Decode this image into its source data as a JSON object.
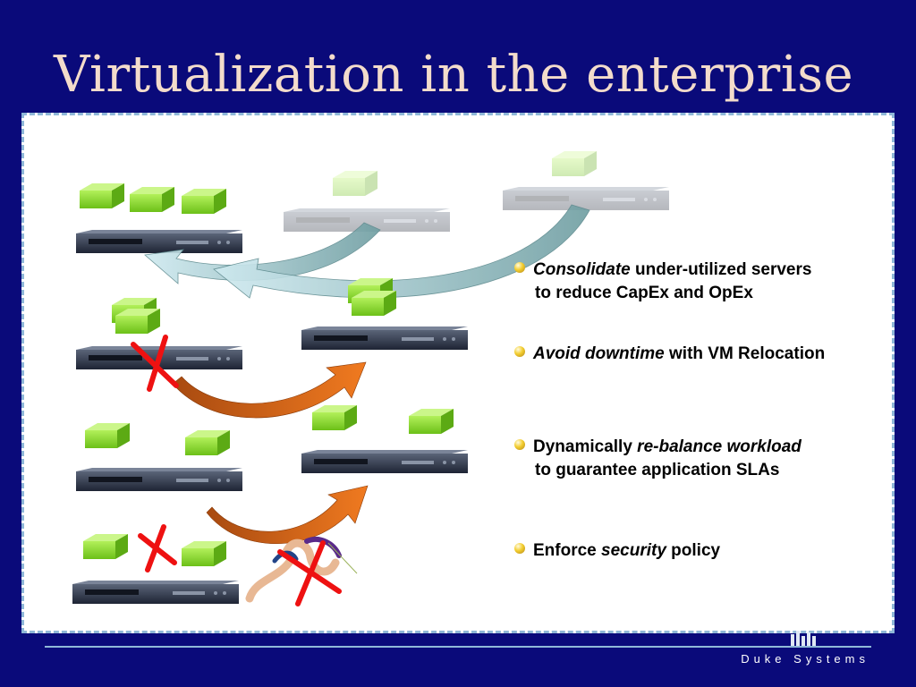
{
  "slide": {
    "title": "Virtualization in the enterprise"
  },
  "bullets": [
    {
      "lead": "",
      "emph": "Consolidate",
      "tail": " under-utilized servers",
      "line2": "to reduce CapEx and OpEx"
    },
    {
      "lead": "",
      "emph": "Avoid downtime",
      "tail": " with VM Relocation",
      "line2": ""
    },
    {
      "lead": "Dynamically ",
      "emph": "re-balance workload",
      "tail": "",
      "line2": "to guarantee application SLAs"
    },
    {
      "lead": "Enforce ",
      "emph": "security",
      "tail": " policy",
      "line2": ""
    }
  ],
  "footer": {
    "org": "Duke Systems"
  },
  "colors": {
    "background": "#0a0a7a",
    "title": "#f3dccb",
    "vm_green": "#8ee02a",
    "vm_orange": "#f07a2a",
    "platform_yellow": "#f5d63c",
    "server_dark": "#2b3346",
    "arrow_teal": "#a8d8d8",
    "arrow_orange": "#e06a10",
    "cross_red": "#ee1111"
  },
  "icons": [
    "bullet-dot-icon",
    "red-x-icon",
    "worm-icon",
    "duke-chapel-logo-icon"
  ]
}
